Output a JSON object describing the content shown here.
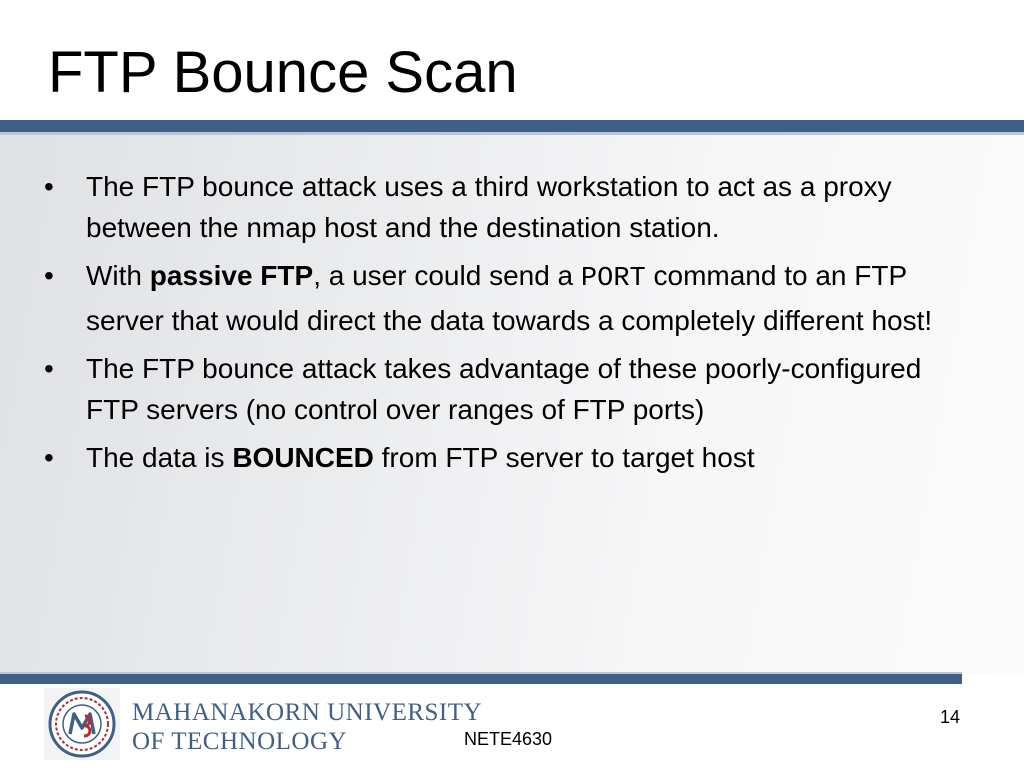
{
  "slide": {
    "title": "FTP Bounce Scan",
    "bullets": [
      {
        "text": "The FTP bounce attack uses a third workstation to act as a proxy between the nmap host and the destination station."
      },
      {
        "pre": "With ",
        "bold": "passive FTP",
        "mid": ", a user could send a ",
        "code": "PORT",
        "post": " command to an FTP server that would direct the data towards a completely different host!"
      },
      {
        "text": "The FTP bounce attack takes advantage of these poorly-configured FTP servers (no control over ranges of FTP ports)"
      },
      {
        "pre": "The data is ",
        "bold": "BOUNCED",
        "post": " from FTP server to target host"
      }
    ],
    "bullet_symbol": "•"
  },
  "footer": {
    "university_line1": "MAHANAKORN UNIVERSITY",
    "university_line2": "OF TECHNOLOGY",
    "course_code": "NETE4630",
    "slide_number": "14",
    "logo_icon": "university-seal-icon"
  },
  "colors": {
    "accent_bar": "#3f5f86",
    "logo_red": "#c0282e",
    "logo_blue": "#3f5f86"
  }
}
